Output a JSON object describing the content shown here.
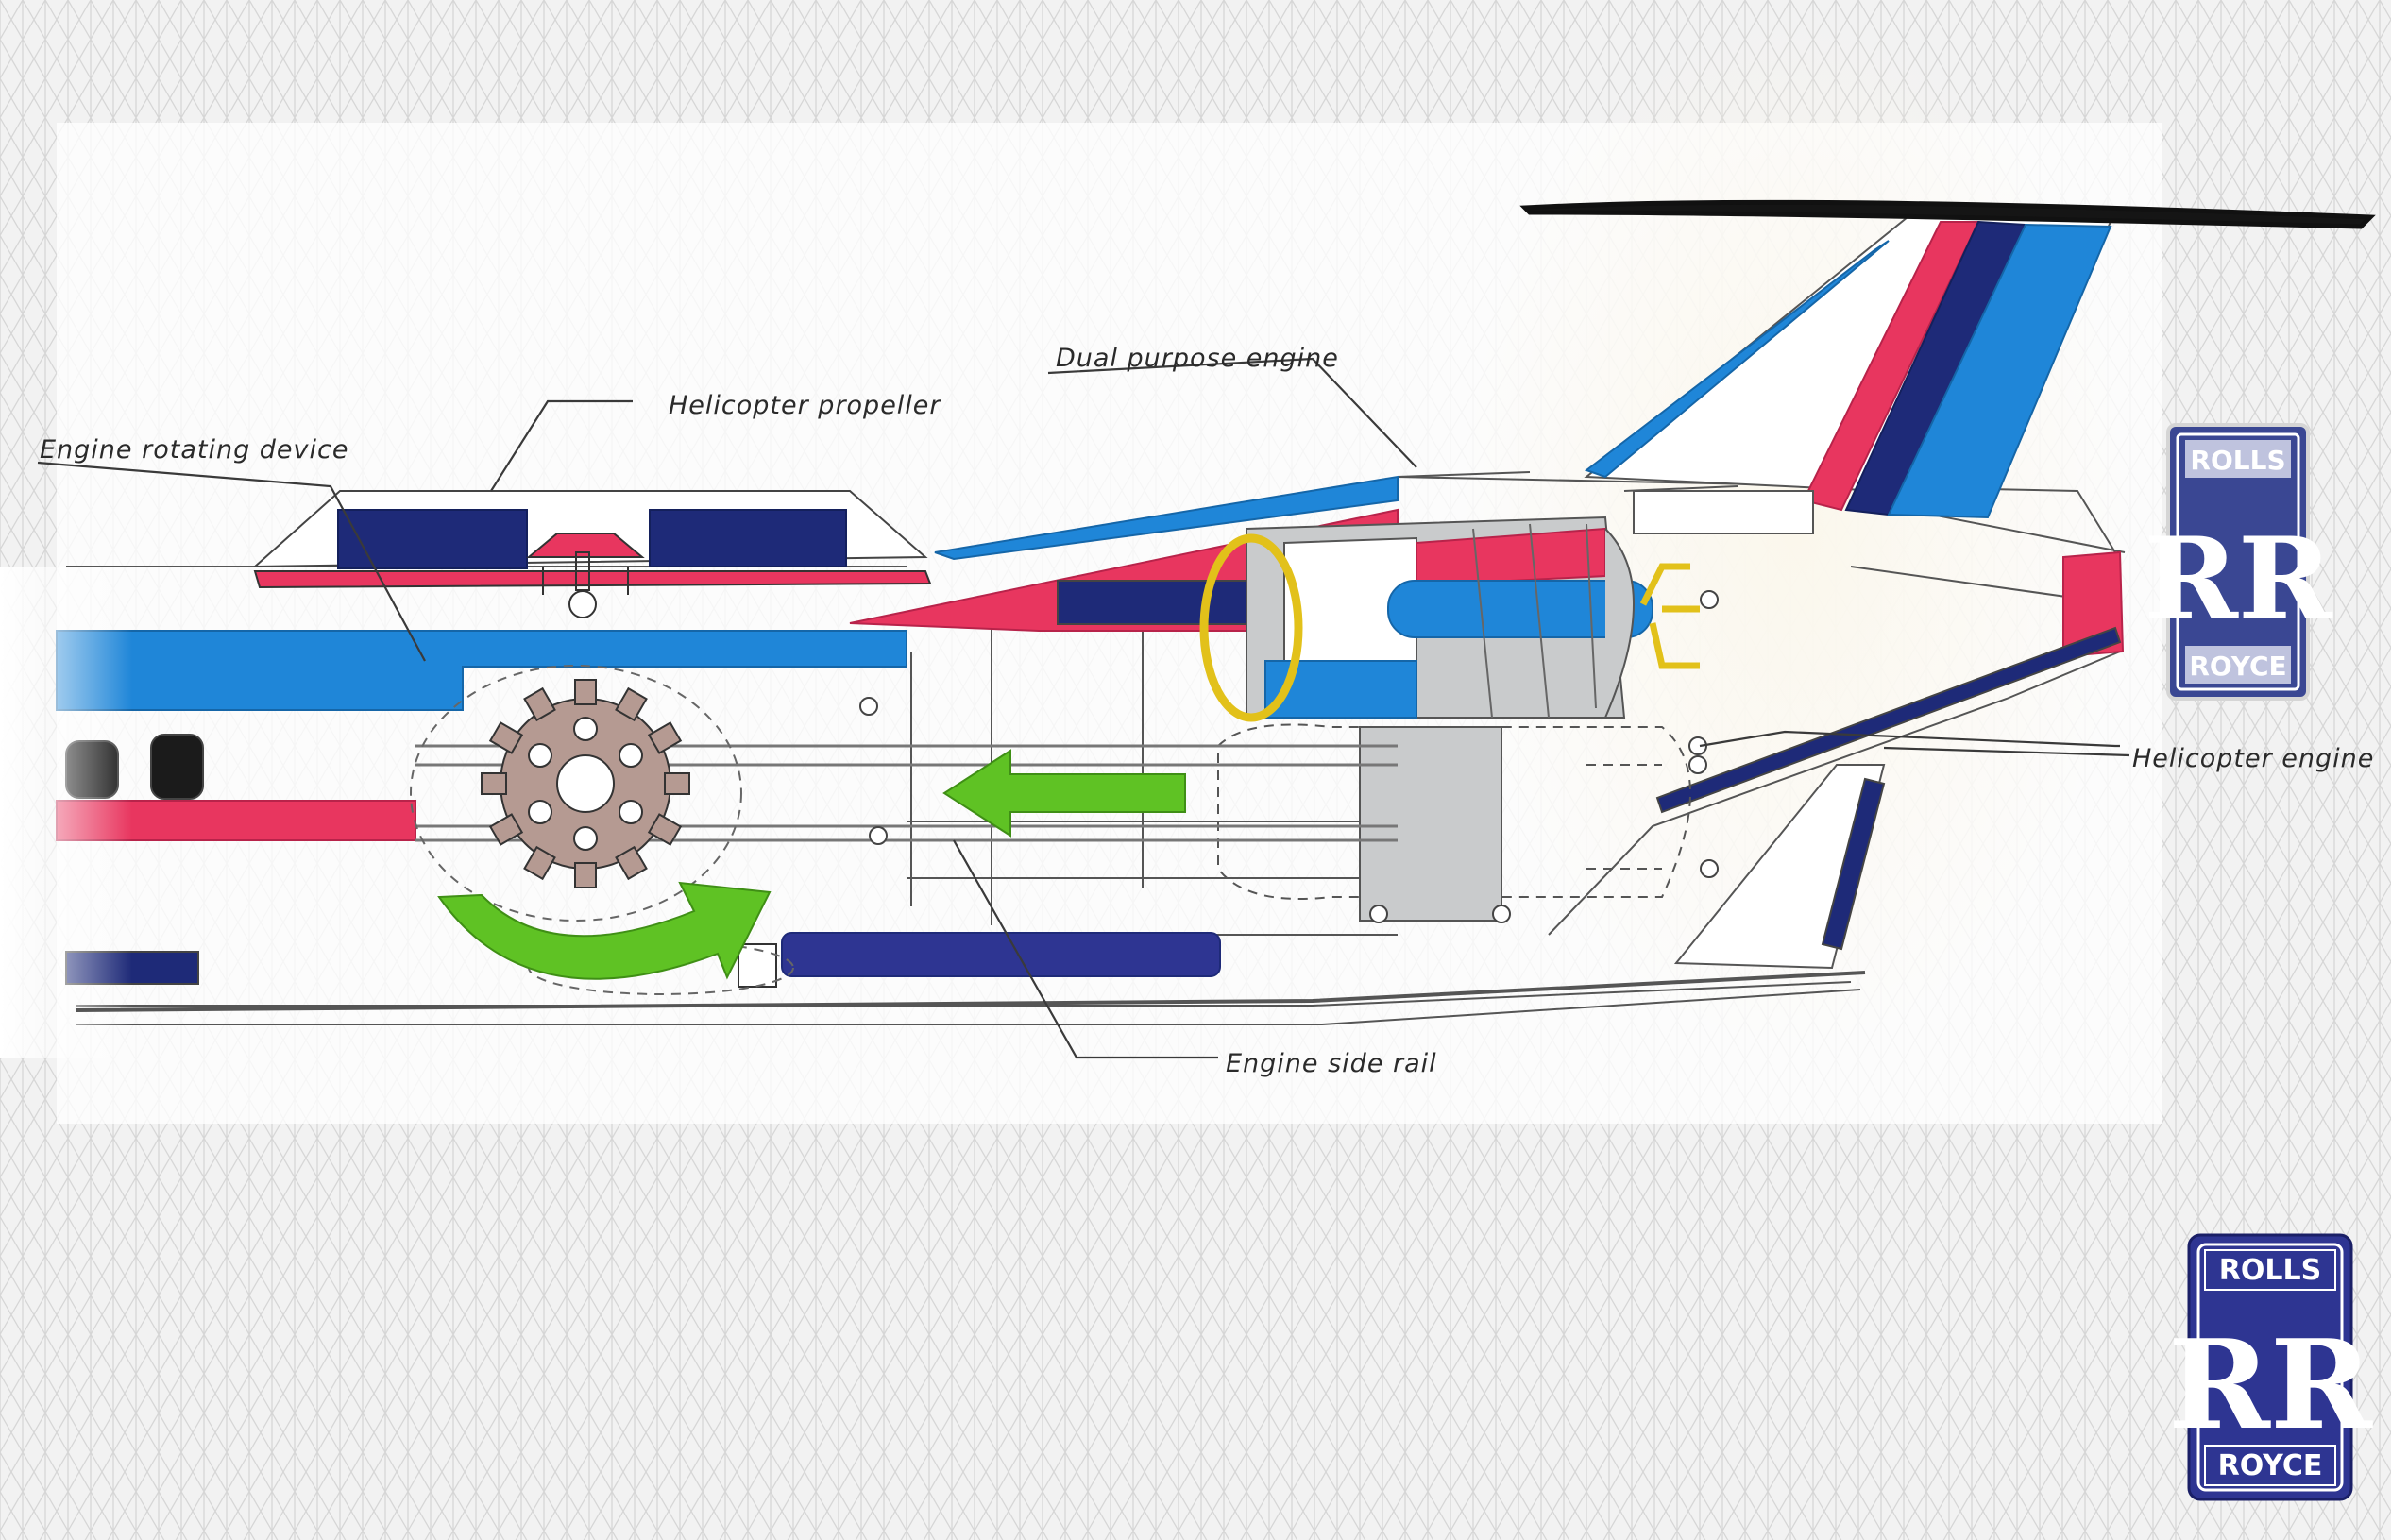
{
  "labels": {
    "engine_rotating_device": "Engine rotating device",
    "helicopter_propeller": "Helicopter propeller",
    "dual_purpose_engine": "Dual purpose engine",
    "helicopter_engine": "Helicopter engine",
    "engine_side_rail": "Engine side rail"
  },
  "logo_sketch": {
    "top": "ROLLS",
    "mark": "RR",
    "bottom": "ROYCE"
  },
  "logo_badge": {
    "top": "ROLLS",
    "mark": "RR",
    "bottom": "ROYCE"
  },
  "colors": {
    "blue": "#1f86d8",
    "red": "#e8365f",
    "navy": "#1e2a78",
    "gray": "#c9cbcc",
    "green": "#5fc224",
    "yellow": "#e2c11a",
    "gear": "#b59a92",
    "badge": "#2e3592",
    "grid": "#d4d4d4"
  }
}
